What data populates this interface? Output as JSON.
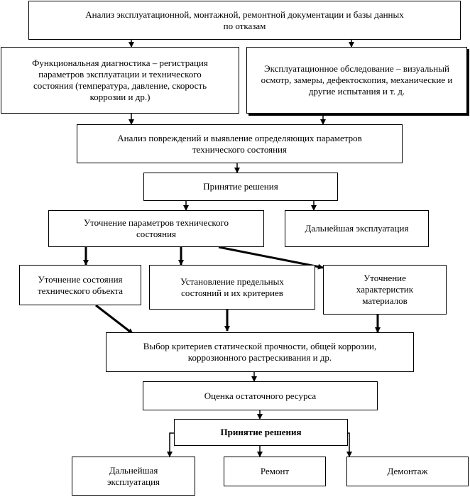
{
  "nodes": {
    "docs_analysis": "Анализ эксплуатационной, монтажной, ремонтной документации и базы данных по отказам",
    "functional_diagnostics": "Функциональная диагностика – регистрация параметров эксплуатации и технического состояния (температура, давление, скорость коррозии и др.)",
    "operational_inspection": "Эксплуатационное обследование – визуальный осмотр, замеры, дефектоскопия, механические и другие испытания и т. д.",
    "damage_analysis": "Анализ повреждений и выявление определяющих параметров технического состояния",
    "decision_1": "Принятие решения",
    "refine_parameters": "Уточнение параметров технического состояния",
    "continued_operation_1": "Дальнейшая эксплуатация",
    "refine_object_state": "Уточнение состояния технического объекта",
    "limit_states": "Установление предельных состояний и их критериев",
    "refine_materials": "Уточнение характеристик материалов",
    "strength_criteria": "Выбор критериев статической прочности, общей коррозии, коррозионного растрескивания и др.",
    "residual_life": "Оценка остаточного ресурса",
    "decision_2": "Принятие решения",
    "continued_operation_2": "Дальнейшая эксплуатация",
    "repair": "Ремонт",
    "dismantling": "Демонтаж"
  }
}
